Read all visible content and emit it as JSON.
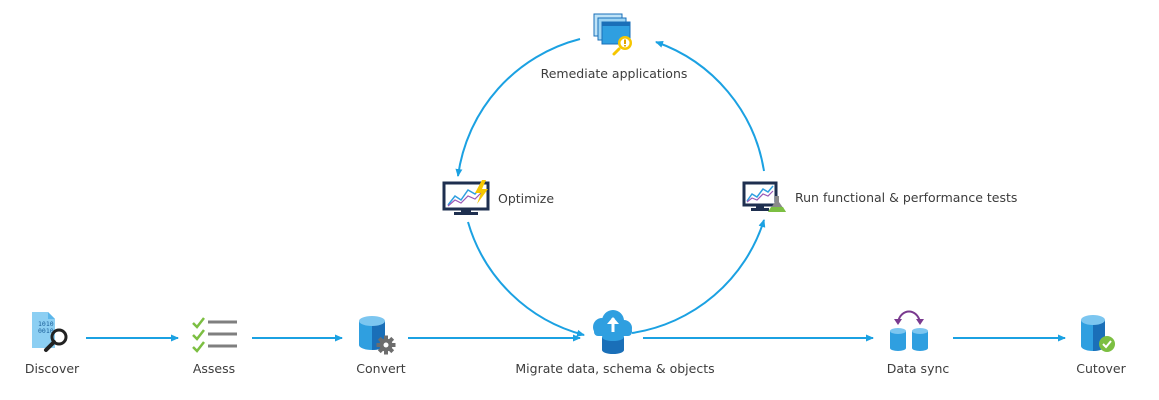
{
  "colors": {
    "arrow": "#1ba1e2",
    "icon_blue": "#2f9fe0",
    "icon_dark_blue": "#1a6fb8",
    "icon_light_blue": "#7cc6f0",
    "check_green": "#7cbf42",
    "gear_gray": "#6d6d6d",
    "sync_purple": "#7a3a8f",
    "warning_yellow": "#f6c600",
    "label_text": "#3c3c3c"
  },
  "nodes": {
    "discover": {
      "label": "Discover",
      "icon": "binary-search-icon",
      "icon_text": "1010\n0010"
    },
    "assess": {
      "label": "Assess",
      "icon": "checklist-icon"
    },
    "convert": {
      "label": "Convert",
      "icon": "database-gear-icon"
    },
    "migrate": {
      "label": "Migrate data, schema & objects",
      "icon": "cloud-upload-database-icon"
    },
    "data_sync": {
      "label": "Data sync",
      "icon": "database-sync-icon"
    },
    "cutover": {
      "label": "Cutover",
      "icon": "database-check-icon"
    },
    "remediate": {
      "label": "Remediate applications",
      "icon": "app-windows-warning-icon"
    },
    "optimize": {
      "label": "Optimize",
      "icon": "monitor-lightning-icon"
    },
    "tests": {
      "label": "Run functional & performance tests",
      "icon": "monitor-flask-icon"
    }
  }
}
